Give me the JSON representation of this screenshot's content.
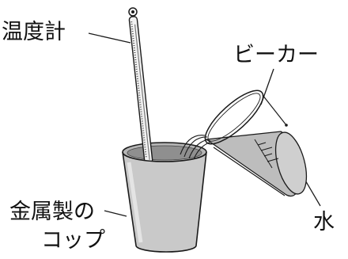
{
  "labels": {
    "thermometer": "温度計",
    "beaker": "ビーカー",
    "cup_line1": "金属製の",
    "cup_line2": "コップ",
    "water": "水"
  },
  "colors": {
    "line": "#1a1a1a",
    "cup_body": "#c9c9c9",
    "cup_inside": "#8f8f8f",
    "water": "#bdbdbd"
  }
}
